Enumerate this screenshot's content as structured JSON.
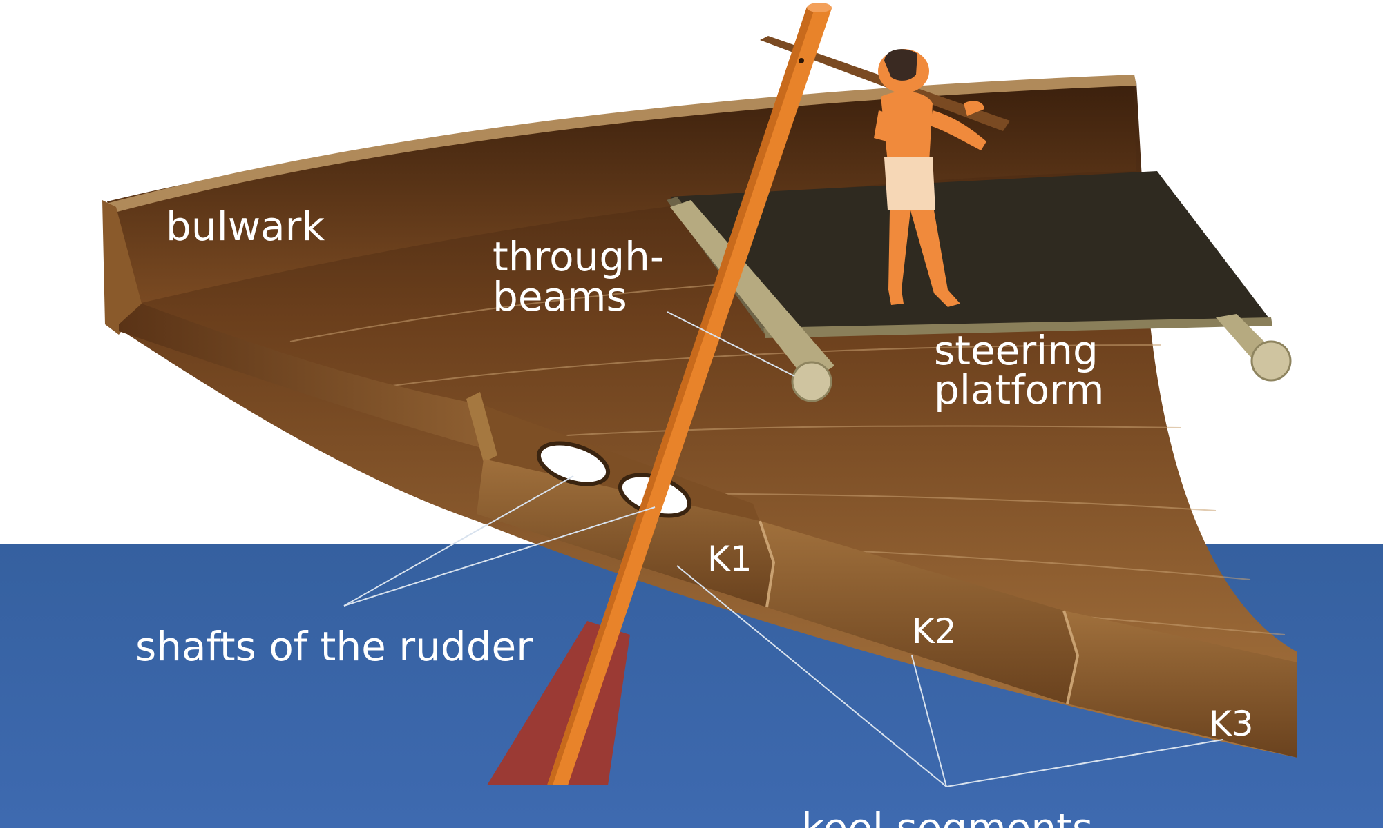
{
  "labels": {
    "bulwark": "bulwark",
    "through_beams_line1": "through-",
    "through_beams_line2": "beams",
    "steering_platform_line1": "steering",
    "steering_platform_line2": "platform",
    "shafts_of_the_rudder": "shafts of the rudder",
    "keel_k1": "K1",
    "keel_k2": "K2",
    "keel_k3": "K3",
    "keel_segments": "keel segments"
  },
  "colors": {
    "water": "#3b63a3",
    "hull_dark": "#4a2810",
    "hull_mid": "#7a4a22",
    "hull_light": "#a0713f",
    "keel": "#8a5a2b",
    "rudder_pole": "#e8832a",
    "rudder_blade": "#9b3a34",
    "platform": "#2f2a20",
    "beam": "#b6aa80",
    "figure": "#f08a3c"
  },
  "icons": {
    "figure": "steersman-figure",
    "rudder": "steering-oar"
  }
}
